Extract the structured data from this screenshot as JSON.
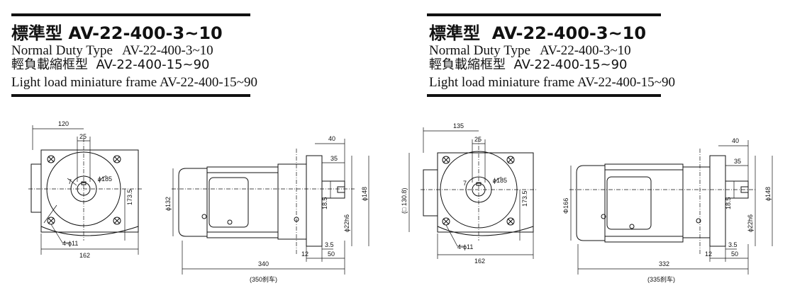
{
  "panels": [
    {
      "heading_cn": "標準型",
      "heading_model": "AV-22-400-3~10",
      "normal_en": "Normal Duty Type",
      "normal_model": "AV-22-400-3~10",
      "light_cn": "輕負載縮框型",
      "light_model": "AV-22-400-15~90",
      "light_en": "Light load miniature frame",
      "light_en_model": "AV-22-400-15~90",
      "front": {
        "width": "120",
        "key": "25",
        "pcd": "ϕ185",
        "angle": "7",
        "height": "173.5",
        "holes": "4-ϕ11",
        "base": "162"
      },
      "side": {
        "flange": "40",
        "shaft_len": "35",
        "body_dia": "ϕ132",
        "key_h": "18.5",
        "spigot": "ϕ148",
        "shaft_dia": "ϕ22h6",
        "spigot_depth": "3.5",
        "flange_thk": "12",
        "shaft_total": "50",
        "length": "340",
        "length_brake": "(350刹车)"
      }
    },
    {
      "heading_cn": "標準型",
      "heading_model": "AV-22-400-3~10",
      "normal_en": "Normal Duty Type",
      "normal_model": "AV-22-400-3~10",
      "light_cn": "輕負載縮框型",
      "light_model": "AV-22-400-15~90",
      "light_en": "Light load miniature frame",
      "light_en_model": "AV-22-400-15~90",
      "front": {
        "width": "135",
        "key": "25",
        "pcd": "ϕ185",
        "angle": "7",
        "height": "173.5",
        "holes": "4-ϕ11",
        "base": "162",
        "square": "(□ 130.8)"
      },
      "side": {
        "flange": "40",
        "shaft_len": "35",
        "body_dia": "Φ166",
        "key_h": "18.5",
        "spigot": "ϕ148",
        "shaft_dia": "ϕ22h6",
        "spigot_depth": "3.5",
        "flange_thk": "12",
        "shaft_total": "50",
        "length": "332",
        "length_brake": "(335刹车)"
      }
    }
  ]
}
